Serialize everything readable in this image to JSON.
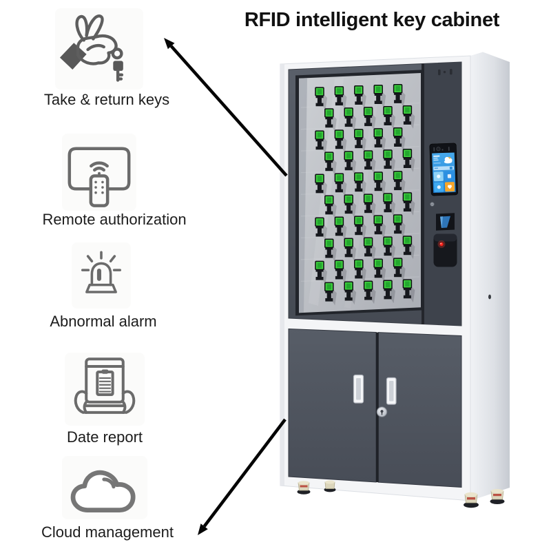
{
  "title": "RFID intelligent key cabinet",
  "features": [
    {
      "icon": "take-return-keys-icon",
      "label": "Take & return keys"
    },
    {
      "icon": "remote-authorization-icon",
      "label": "Remote authorization"
    },
    {
      "icon": "abnormal-alarm-icon",
      "label": "Abnormal alarm"
    },
    {
      "icon": "date-report-icon",
      "label": "Date report"
    },
    {
      "icon": "cloud-management-icon",
      "label": "Cloud management"
    }
  ],
  "cabinet": {
    "description": "White RFID key cabinet with glass key-tag door, touchscreen column, card reader with red LED, lower double doors and caster feet",
    "key_slots": {
      "rows": 10,
      "cols_per_row": 5,
      "total": 50
    },
    "key_tag": {
      "color": "#3fd13f",
      "inner_color": "#1fa02c",
      "holder_color": "#16181d"
    },
    "screen_tiles": [
      "#8fd2f6",
      "#2b8fe2",
      "#3fa9ef",
      "#f7a62a"
    ],
    "status_led_color": "#ff2019",
    "panel_color": "#4d525c",
    "accent_white": "#f4f5f7"
  }
}
